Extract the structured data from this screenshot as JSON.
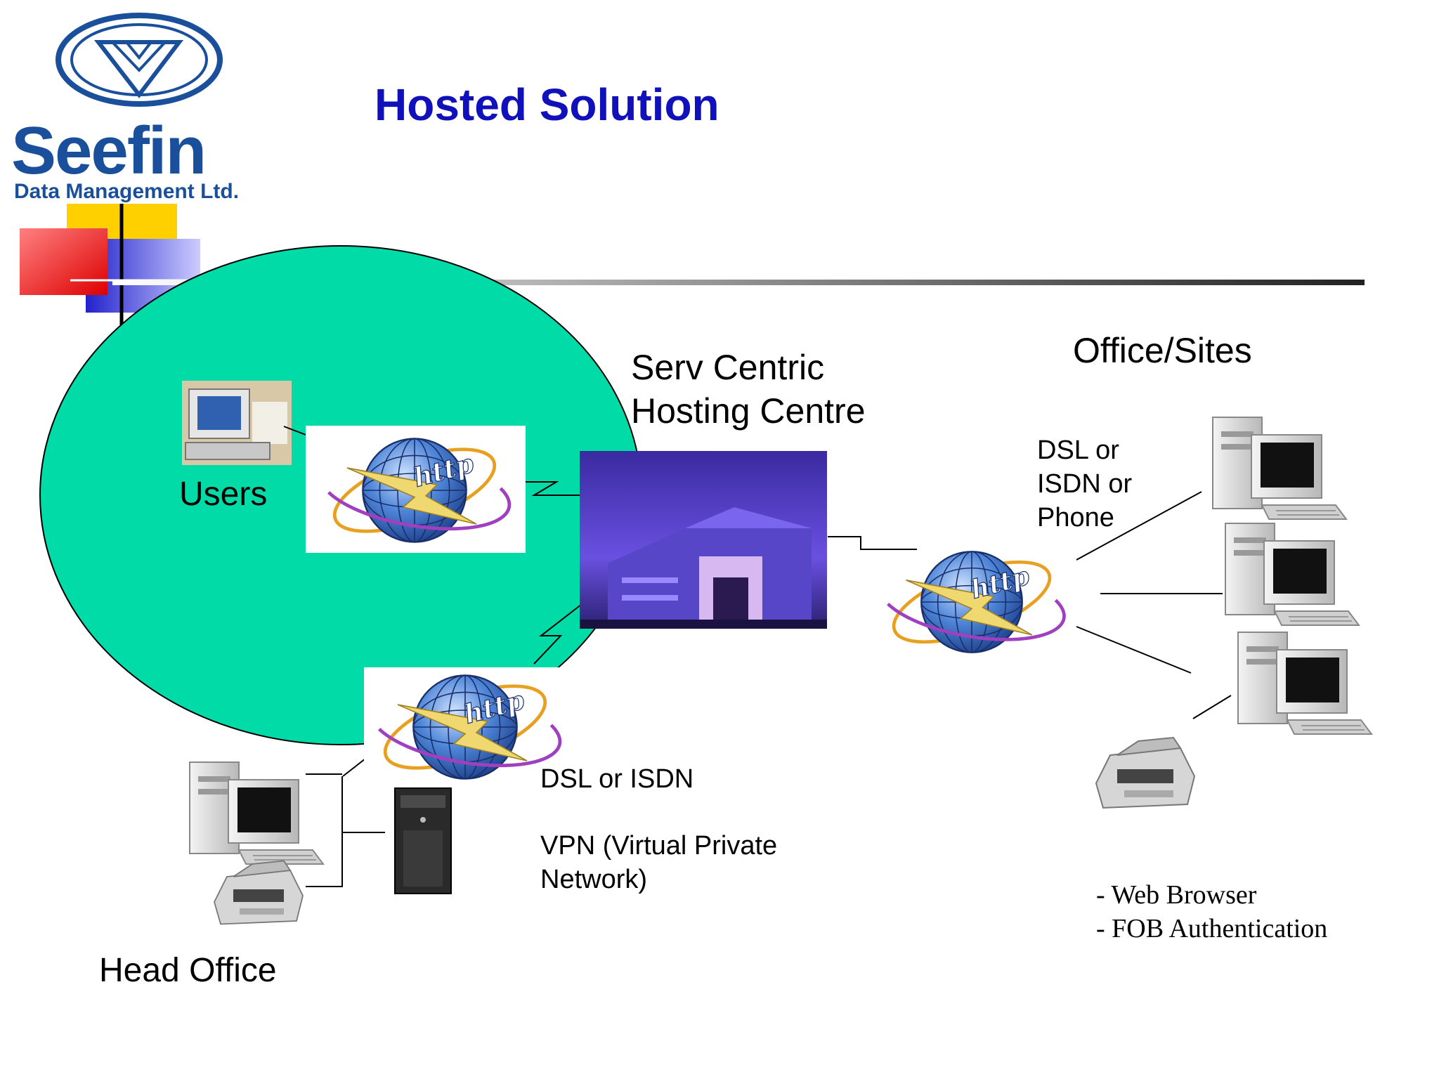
{
  "title": "Hosted Solution",
  "logo": {
    "name": "Seefin",
    "subtitle": "Data Management Ltd."
  },
  "labels": {
    "users": "Users",
    "hosting_line1": "Serv Centric",
    "hosting_line2": "Hosting Centre",
    "office_sites": "Office/Sites",
    "dsl_line1": "DSL or",
    "dsl_line2": "ISDN or",
    "dsl_line3": "Phone",
    "dsl_isdn": "DSL or ISDN",
    "vpn_line1": "VPN (Virtual Private",
    "vpn_line2": "Network)",
    "head_office": "Head Office"
  },
  "features": [
    "- Web Browser",
    "- FOB Authentication"
  ],
  "icons": [
    "diamond-logo-icon",
    "globe-http-icon",
    "user-workstation-icon",
    "building-icon",
    "desktop-computer-icon",
    "printer-scanner-icon",
    "server-tower-icon"
  ],
  "colors": {
    "title": "#1111bb",
    "logo": "#1a4f9c",
    "circle": "#00dba8",
    "globe": "#3a6fc4",
    "orbit_purple": "#a040c0",
    "orbit_orange": "#e8a020"
  }
}
